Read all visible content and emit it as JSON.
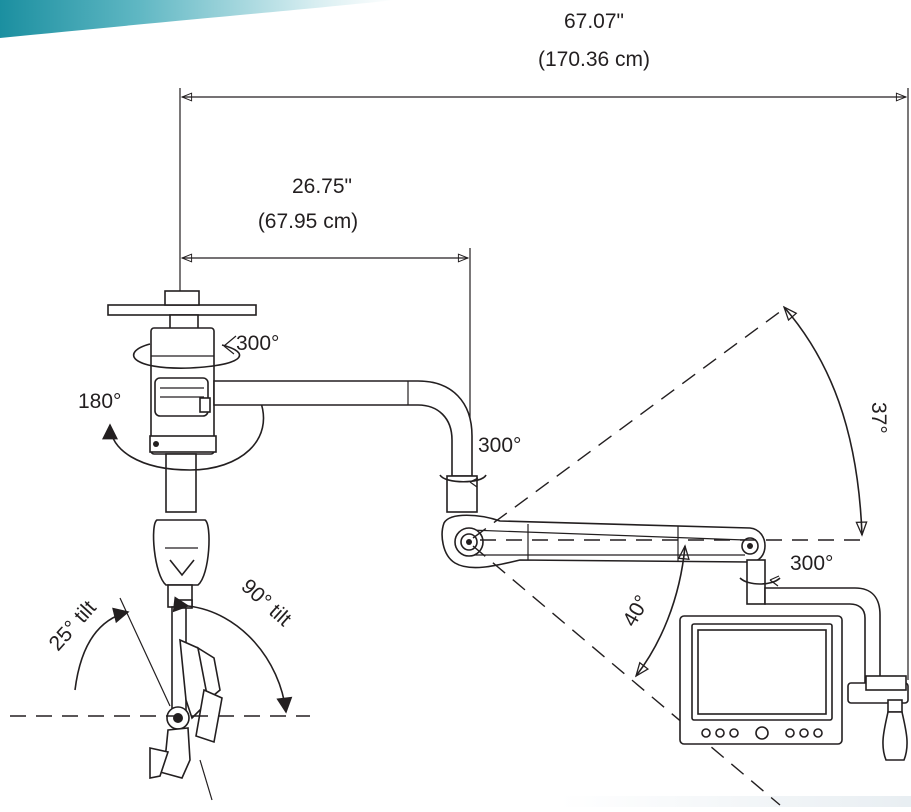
{
  "colors": {
    "line": "#231f20",
    "banner_top": "#1b8fa0",
    "banner_mid": "#7cc5cd",
    "background": "#ffffff"
  },
  "dimensions": {
    "overall_in": "67.07\"",
    "overall_cm": "(170.36 cm)",
    "arm_in": "26.75\"",
    "arm_cm": "(67.95 cm)"
  },
  "angles": {
    "ceiling_rotation": "300°",
    "arm_joint_rotation": "300°",
    "monitor_joint_rotation": "300°",
    "head_rotation": "180°",
    "arm_vertical": "37°",
    "arm_down": "40°",
    "tilt_25": "25° tilt",
    "tilt_90": "90° tilt"
  }
}
